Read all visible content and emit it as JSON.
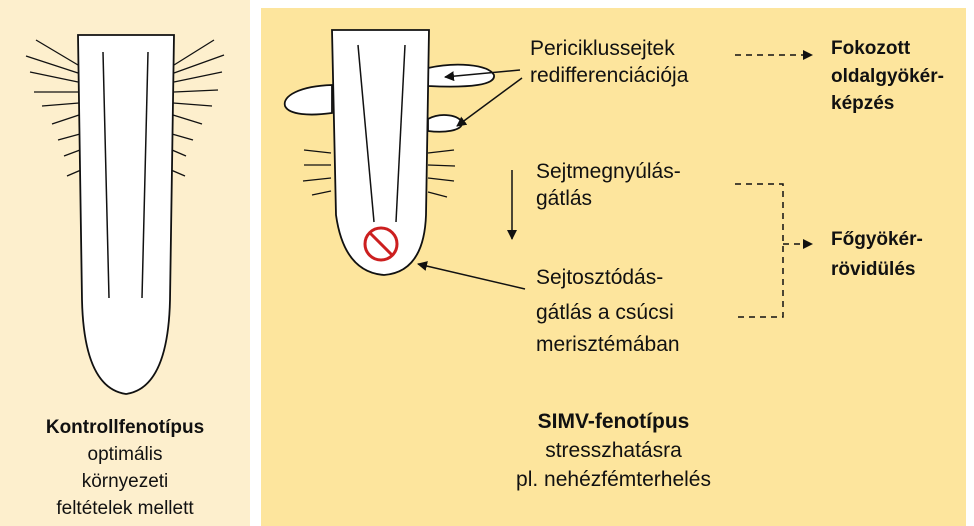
{
  "control": {
    "title": "Kontrollfenotípus",
    "line1": "optimális",
    "line2": "környezeti",
    "line3": "feltételek mellett"
  },
  "simv": {
    "title": "SIMV-fenotípus",
    "line1": "stresszhatásra",
    "line2": "pl. nehézfémterhelés"
  },
  "labels": {
    "pericycle_1": "Periciklussejtek",
    "pericycle_2": "redifferenciációja",
    "elongation_1": "Sejtmegnyúlás-",
    "elongation_2": "gátlás",
    "division_1": "Sejtosztódás-",
    "division_2": "gátlás a csúcsi",
    "division_3": "merisztémában"
  },
  "outcomes": {
    "lateral_1": "Fokozott",
    "lateral_2": "oldalgyökér-",
    "lateral_3": "képzés",
    "primary_1": "Főgyökér-",
    "primary_2": "rövidülés"
  },
  "colors": {
    "left_panel": "#fdefcd",
    "right_panel": "#fde59d",
    "inhibit_sign": "#cc1f1f"
  }
}
